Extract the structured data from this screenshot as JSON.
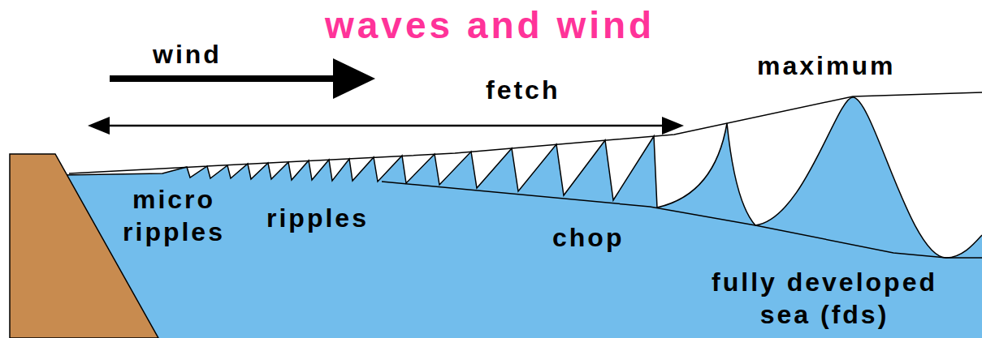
{
  "diagram": {
    "title": "waves and wind",
    "labels": [
      "wind",
      "fetch",
      "maximum",
      "micro ripples",
      "ripples",
      "chop",
      "fully developed sea (fds)"
    ]
  }
}
